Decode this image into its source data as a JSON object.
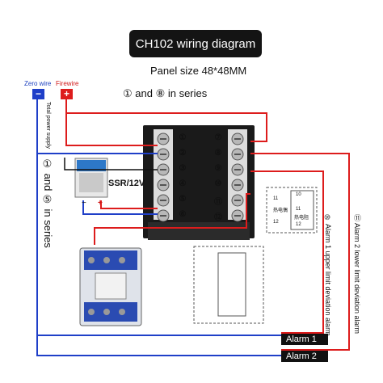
{
  "title": "CH102 wiring diagram",
  "panel_size": "Panel size 48*48MM",
  "series_top": "① and ⑧ in series",
  "series_left": "① and ⑤ in series",
  "power": {
    "zero_wire": "Zero wire",
    "firewire": "Firewire",
    "minus": "−",
    "plus": "+",
    "total_supply": "Total power supply"
  },
  "ssr": {
    "label": "SSR/12V",
    "minus": "−",
    "plus": "+"
  },
  "terminals_left": [
    "①",
    "②",
    "③",
    "④",
    "⑤",
    "⑥"
  ],
  "terminals_right": [
    "⑦",
    "⑧",
    "⑨",
    "⑩",
    "⑪",
    "⑫"
  ],
  "alarm1_desc": "⑩ Alarm 1 upper limit deviation alarm",
  "alarm2_desc": "⑪ Alarm 2 lower limit deviation alarm",
  "alarm1": "Alarm 1",
  "alarm2": "Alarm 2",
  "sensor_box": {
    "thermocouple": "热电偶",
    "thermocouple_nums": [
      "11",
      "12"
    ],
    "rtd": "热电阻",
    "rtd_nums": [
      "10",
      "11",
      "12"
    ]
  },
  "colors": {
    "red": "#dd1c1c",
    "blue": "#1f3fc8",
    "black": "#111111"
  }
}
